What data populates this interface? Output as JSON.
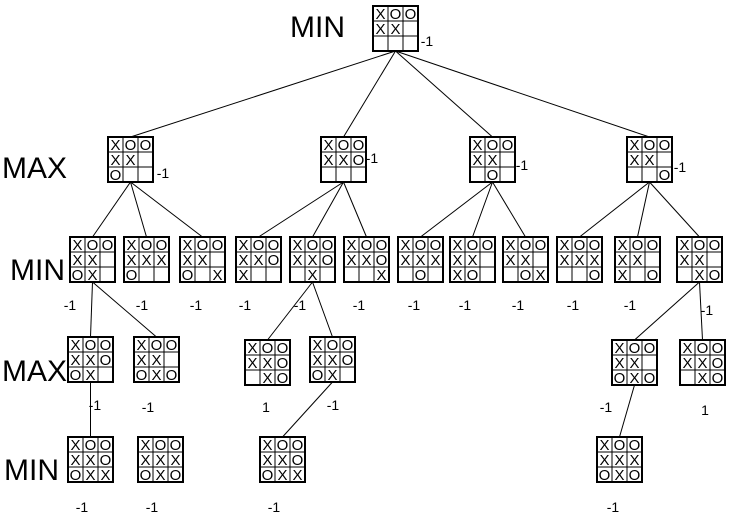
{
  "level_labels": [
    "MIN",
    "MAX",
    "MIN",
    "MAX",
    "MIN"
  ],
  "nodes": [
    {
      "id": "n0",
      "board": [
        "XOO",
        "XX ",
        "   "
      ],
      "value": "-1"
    },
    {
      "id": "n1",
      "board": [
        "XOO",
        "XX ",
        "O  "
      ],
      "value": "-1"
    },
    {
      "id": "n2",
      "board": [
        "XOO",
        "XXO",
        "   "
      ],
      "value": "-1"
    },
    {
      "id": "n3",
      "board": [
        "XOO",
        "XX ",
        " O "
      ],
      "value": "-1"
    },
    {
      "id": "n4",
      "board": [
        "XOO",
        "XX ",
        "  O"
      ],
      "value": "-1"
    },
    {
      "id": "n5",
      "board": [
        "XOO",
        "XX ",
        "OX "
      ],
      "value": "-1"
    },
    {
      "id": "n6",
      "board": [
        "XOO",
        "XXX",
        "O  "
      ],
      "value": "-1"
    },
    {
      "id": "n7",
      "board": [
        "XOO",
        "XX ",
        "O X"
      ],
      "value": "-1"
    },
    {
      "id": "n8",
      "board": [
        "XOO",
        "XXO",
        "X  "
      ],
      "value": "-1"
    },
    {
      "id": "n9",
      "board": [
        "XOO",
        "XXO",
        " X "
      ],
      "value": "-1"
    },
    {
      "id": "n10",
      "board": [
        "XOO",
        "XXO",
        "  X"
      ],
      "value": "-1"
    },
    {
      "id": "n11",
      "board": [
        "XOO",
        "XXX",
        " O "
      ],
      "value": "-1"
    },
    {
      "id": "n12",
      "board": [
        "XOO",
        "XX ",
        "XO "
      ],
      "value": "-1"
    },
    {
      "id": "n13",
      "board": [
        "XOO",
        "XX ",
        " OX"
      ],
      "value": "-1"
    },
    {
      "id": "n14",
      "board": [
        "XOO",
        "XXX",
        "  O"
      ],
      "value": "-1"
    },
    {
      "id": "n15",
      "board": [
        "XOO",
        "XX ",
        "X O"
      ],
      "value": "-1"
    },
    {
      "id": "n16",
      "board": [
        "XOO",
        "XX ",
        " XO"
      ],
      "value": "-1"
    },
    {
      "id": "n17",
      "board": [
        "XOO",
        "XXO",
        "OX "
      ],
      "value": "-1"
    },
    {
      "id": "n18",
      "board": [
        "XOO",
        "XX ",
        "OXO"
      ],
      "value": "-1"
    },
    {
      "id": "n19",
      "board": [
        "XOO",
        "XXO",
        " XO"
      ],
      "value": "1"
    },
    {
      "id": "n20",
      "board": [
        "XOO",
        "XXO",
        "OX "
      ],
      "value": "-1"
    },
    {
      "id": "n21",
      "board": [
        "XOO",
        "XX ",
        "OXO"
      ],
      "value": "-1"
    },
    {
      "id": "n22",
      "board": [
        "XOO",
        "XXO",
        " XO"
      ],
      "value": "1"
    },
    {
      "id": "n23",
      "board": [
        "XOO",
        "XXO",
        "OXX"
      ],
      "value": "-1"
    },
    {
      "id": "n24",
      "board": [
        "XOO",
        "XXX",
        "OXO"
      ],
      "value": "-1"
    },
    {
      "id": "n25",
      "board": [
        "XOO",
        "XXO",
        "OXX"
      ],
      "value": "-1"
    },
    {
      "id": "n26",
      "board": [
        "XOO",
        "XXX",
        "OXO"
      ],
      "value": "-1"
    }
  ]
}
